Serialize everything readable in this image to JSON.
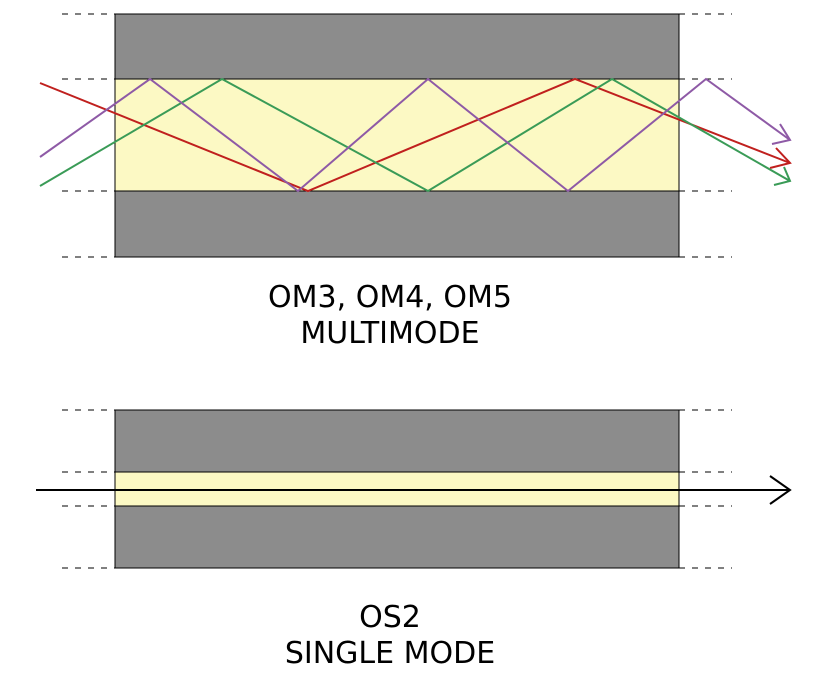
{
  "multimode": {
    "caption_line1": "OM3, OM4, OM5",
    "caption_line2": "MULTIMODE",
    "ray_colors": {
      "red": "#c0201e",
      "green": "#3a9b57",
      "purple": "#8e5aa6"
    }
  },
  "singlemode": {
    "caption_line1": "OS2",
    "caption_line2": "SINGLE MODE",
    "ray_color": "#000000"
  },
  "colors": {
    "cladding": "#8c8c8c",
    "core": "#fcf9c4",
    "guide_lines": "#000000"
  }
}
